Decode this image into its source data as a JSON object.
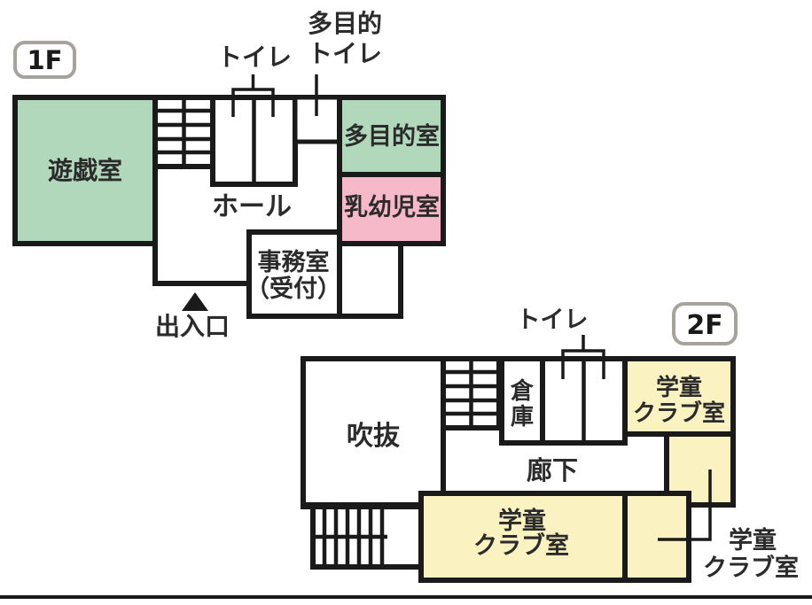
{
  "document": {
    "type": "building-floor-plan"
  },
  "colors": {
    "wall": "#1a1a1a",
    "room_green": "#b2d8bb",
    "room_pink": "#f6b9ca",
    "room_yellow": "#faf2c1",
    "room_white": "#ffffff",
    "badge_border": "#a6a29c",
    "text": "#2b2b2b"
  },
  "floor1": {
    "badge_label": "1F",
    "rooms": {
      "playroom": "遊戯室",
      "hall": "ホール",
      "multipurpose_room": "多目的室",
      "infant_room": "乳幼児室",
      "office_line1": "事務室",
      "office_line2": "（受付）"
    },
    "callouts": {
      "toilet": "トイレ",
      "multipurpose_toilet_line1": "多目的",
      "multipurpose_toilet_line2": "トイレ",
      "entrance": "出入口"
    }
  },
  "floor2": {
    "badge_label": "2F",
    "rooms": {
      "atrium": "吹抜",
      "storage_char1": "倉",
      "storage_char2": "庫",
      "corridor": "廊下",
      "club_room_a_line1": "学童",
      "club_room_a_line2": "クラブ室",
      "club_room_b_line1": "学童",
      "club_room_b_line2": "クラブ室"
    },
    "callouts": {
      "toilet": "トイレ",
      "club_room_c_line1": "学童",
      "club_room_c_line2": "クラブ室"
    }
  }
}
